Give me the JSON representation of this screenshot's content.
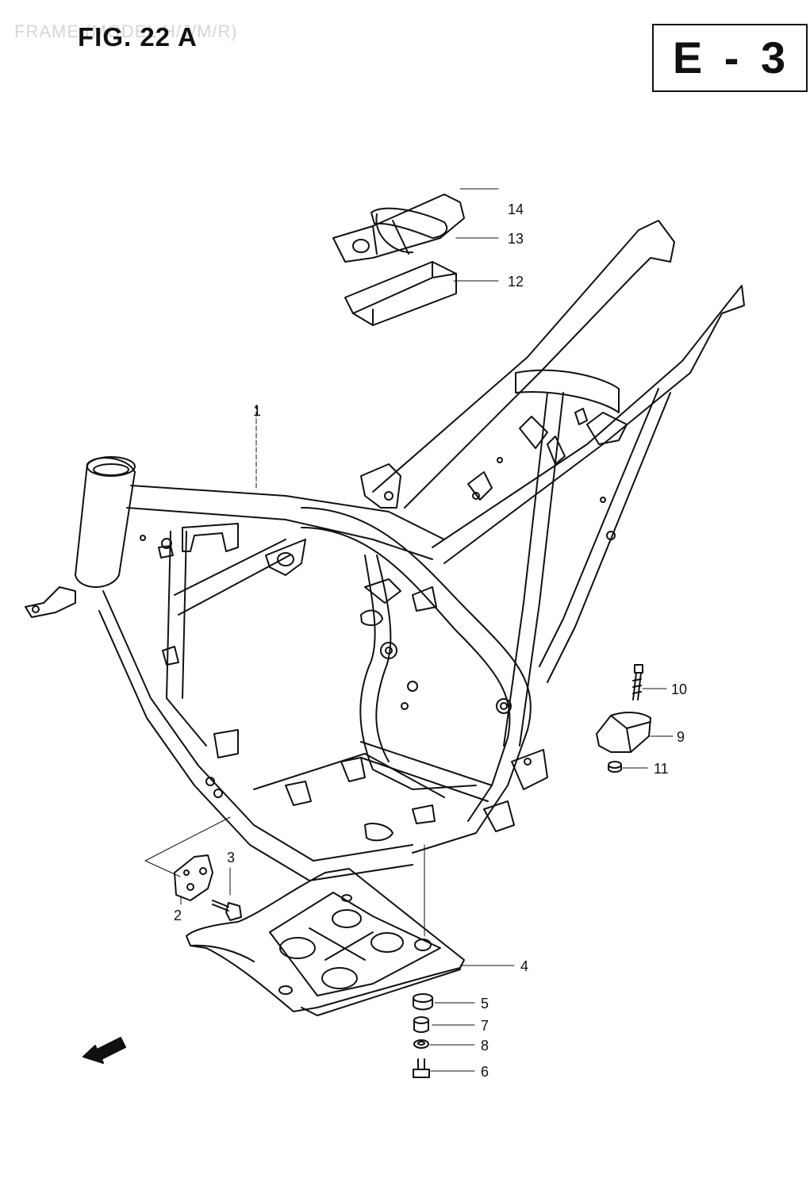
{
  "header": {
    "faded_title": "FRAME (MODEL H/J/M/R)",
    "figure": "FIG. 22 A",
    "section": "E - 3"
  },
  "fwd_label": "FWD",
  "callouts": [
    {
      "id": "c1",
      "label": "1"
    },
    {
      "id": "c2",
      "label": "2"
    },
    {
      "id": "c3",
      "label": "3"
    },
    {
      "id": "c4",
      "label": "4"
    },
    {
      "id": "c5",
      "label": "5"
    },
    {
      "id": "c6",
      "label": "6"
    },
    {
      "id": "c7",
      "label": "7"
    },
    {
      "id": "c8",
      "label": "8"
    },
    {
      "id": "c9",
      "label": "9"
    },
    {
      "id": "c10",
      "label": "10"
    },
    {
      "id": "c11",
      "label": "11"
    },
    {
      "id": "c12",
      "label": "12"
    },
    {
      "id": "c13",
      "label": "13"
    },
    {
      "id": "c14",
      "label": "14"
    }
  ]
}
